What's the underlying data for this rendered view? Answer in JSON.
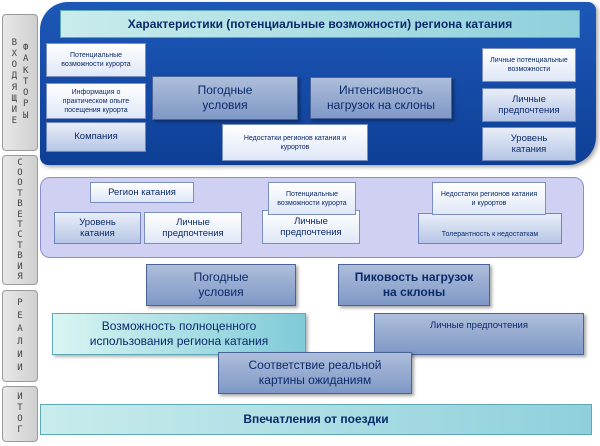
{
  "side_labels": {
    "inputs": [
      "ВХОДЯЩИЕ",
      "ФАКТОРЫ"
    ],
    "correspondence": "СООТВЕТСТВИЯ",
    "realities": "РЕАЛИИ",
    "result": "ИТОГ"
  },
  "inputs": {
    "title": "Характеристики (потенциальные возможности) региона катания",
    "resort_potential": "Потенциальные возможности курорта",
    "practical_experience": "Информация о практическом опыте посещения курорта",
    "company": "Компания",
    "weather": "Погодные условия",
    "slope_intensity": "Интенсивность нагрузок на склоны",
    "region_drawbacks": "Недостатки регионов катания и курортов",
    "personal_potential": "Личные потенциальные возможности",
    "personal_preferences": "Личные предпочтения",
    "skiing_level": "Уровень катания"
  },
  "correspondence": {
    "skiing_region": "Регион катания",
    "skiing_level": "Уровень катания",
    "personal_preferences_1": "Личные предпочтения",
    "resort_potential": "Потенциальные возможности курорта",
    "personal_preferences_2": "Личные предпочтения",
    "region_drawbacks": "Недостатки регионов катания и курортов",
    "drawback_tolerance": "Толерантность к недостаткам"
  },
  "realities": {
    "weather": "Погодные условия",
    "peak_loads": "Пиковость нагрузок на склоны",
    "full_skiing": "Возможность полноценного использования региона катания",
    "personal_preferences": "Личные предпочтения",
    "match_expectations": "Соответствие реальной картины ожиданиям"
  },
  "result": {
    "impressions": "Впечатления от поездки"
  }
}
